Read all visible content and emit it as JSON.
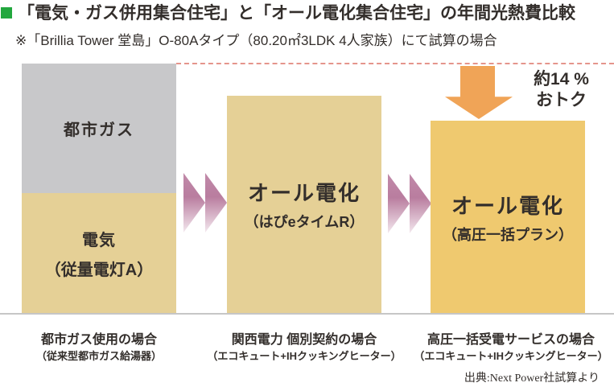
{
  "header": {
    "title": "「電気・ガス併用集合住宅」と「オール電化集合住宅」の年間光熱費比較",
    "subtitle": "※「Brillia Tower 堂島」O-80Aタイプ（80.20㎡3LDK 4人家族）にて試算の場合"
  },
  "chart_data": {
    "type": "bar",
    "title": "「電気・ガス併用集合住宅」と「オール電化集合住宅」の年間光熱費比較",
    "value_note": "no numeric axis shown; values are relative annual utility cost index, city-gas case = 100",
    "grid": false,
    "legend": "none (labels inside bars)",
    "bars": [
      {
        "case_label": {
          "line1": "都市ガス使用の場合",
          "line2": "（従来型都市ガス給湯器）"
        },
        "total_value": 100,
        "segments": [
          {
            "label_line1": "都市ガス",
            "label_line2": "",
            "value": 52,
            "color": "#c8c8ca"
          },
          {
            "label_line1": "電気",
            "label_line2": "（従量電灯A）",
            "value": 48,
            "color": "#e5d096"
          }
        ]
      },
      {
        "case_label": {
          "line1": "関西電力 個別契約の場合",
          "line2": "（エコキュート+IHクッキングヒーター）"
        },
        "total_value": 87,
        "segments": [
          {
            "label_line1": "オール電化",
            "label_line2": "（はぴeタイムR）",
            "value": 87,
            "color": "#e5d096"
          }
        ]
      },
      {
        "case_label": {
          "line1": "高圧一括受電サービスの場合",
          "line2": "（エコキュート+IHクッキングヒーター）"
        },
        "total_value": 77,
        "segments": [
          {
            "label_line1": "オール電化",
            "label_line2": "（高圧一括プラン）",
            "value": 77,
            "color": "#efc96f"
          }
        ]
      }
    ],
    "annotation": {
      "line1": "約14 %",
      "line2": "おトク"
    },
    "source": "出典:Next Power社試算より"
  },
  "colors": {
    "bullet_green": "#22a73e",
    "bar_gray": "#c8c8ca",
    "bar_tan": "#e5d096",
    "bar_gold": "#efc96f",
    "chevron_pink_top": "#c18aa9",
    "chevron_pink_bottom": "#f3e8ee",
    "arrow_orange": "#f0a457",
    "dashed_guide": "#e5958c",
    "baseline_gray": "#c6c6c6",
    "text_dark": "#332e2b"
  }
}
